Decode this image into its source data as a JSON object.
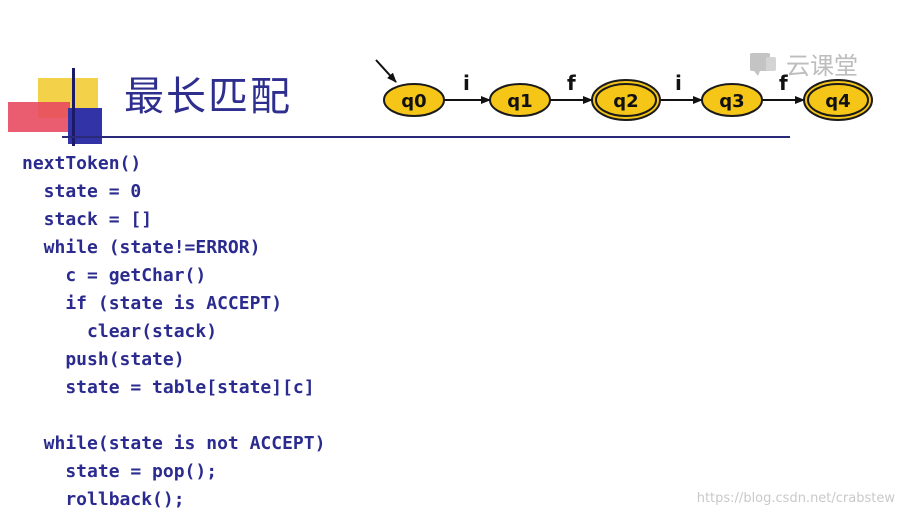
{
  "title": "最长匹配",
  "watermark": {
    "logo_text": "云课堂",
    "url": "https://blog.csdn.net/crabstew"
  },
  "dfa": {
    "states": [
      {
        "label": "q0",
        "start": true,
        "accept": false
      },
      {
        "label": "q1",
        "start": false,
        "accept": false
      },
      {
        "label": "q2",
        "start": false,
        "accept": true
      },
      {
        "label": "q3",
        "start": false,
        "accept": false
      },
      {
        "label": "q4",
        "start": false,
        "accept": true
      }
    ],
    "transitions": [
      {
        "from": "q0",
        "to": "q1",
        "label": "i"
      },
      {
        "from": "q1",
        "to": "q2",
        "label": "f"
      },
      {
        "from": "q2",
        "to": "q3",
        "label": "i"
      },
      {
        "from": "q3",
        "to": "q4",
        "label": "f"
      }
    ],
    "state_fill": "#f5c518",
    "state_stroke": "#1a1a1a"
  },
  "code_lines": [
    "nextToken()",
    "  state = 0",
    "  stack = []",
    "  while (state!=ERROR)",
    "    c = getChar()",
    "    if (state is ACCEPT)",
    "      clear(stack)",
    "    push(state)",
    "    state = table[state][c]",
    "",
    "  while(state is not ACCEPT)",
    "    state = pop();",
    "    rollback();"
  ],
  "colors": {
    "title": "#2e2e8e",
    "code": "#2b2b8f",
    "accent_yellow": "#f3d24a",
    "accent_pink": "#e84a5f",
    "accent_blue": "#3333a8"
  }
}
